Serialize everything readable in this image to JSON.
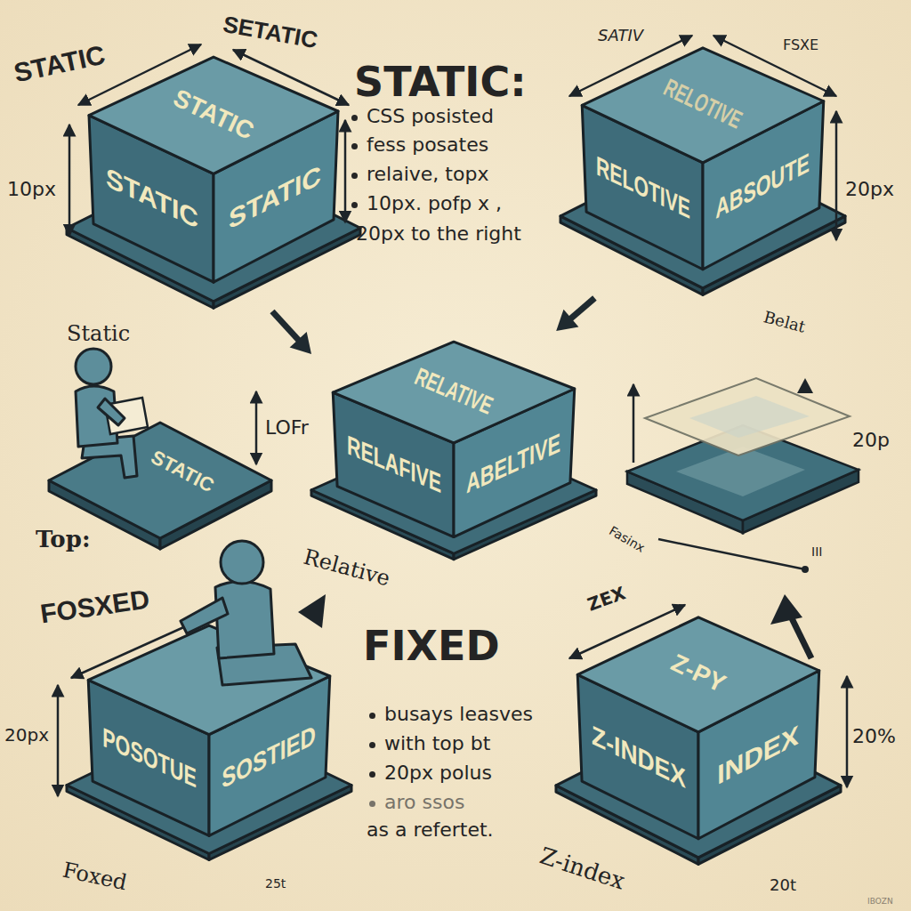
{
  "diagram": {
    "nodes": [
      {
        "text": [
          "STATIC",
          "STATIC",
          "STATIC"
        ]
      },
      {
        "text": [
          "RELOTIVE",
          "RELOTIVE",
          "ABSOUTE"
        ]
      },
      {
        "text": [
          "RELATIVE",
          "RELAFIVE",
          "ABELTIVE"
        ]
      },
      {
        "text": [
          "STATIC"
        ]
      },
      {
        "text": [
          "POSOTUE",
          "SOSTIED"
        ]
      },
      {
        "text": [
          "Z-PY",
          "Z-INDEX",
          "INDEX"
        ]
      }
    ],
    "edges": [
      {
        "from": 0,
        "to": 2,
        "arrow": "to"
      },
      {
        "from": 1,
        "to": 2,
        "arrow": "to"
      }
    ],
    "labels": [
      "STATIC",
      "SETATIC",
      "10px",
      "STATIC:",
      "CSS posisted",
      "fess posates",
      "relaive, topx",
      "10px. pofp x ,",
      "20px to the right",
      "SATIV",
      "FSXE",
      "20px",
      "Static",
      "LOFr",
      "Top:",
      "Relative",
      "Belat",
      "20p",
      "Fasinx",
      "III",
      "FOSXED",
      "20px",
      "Foxed",
      "25t",
      "FIXED",
      "busays leasves",
      "with top bt",
      "20px polus",
      "aro ssos",
      "as a refertet.",
      "ZEX",
      "20%",
      "Z-index",
      "20t",
      "IBOZN"
    ]
  }
}
